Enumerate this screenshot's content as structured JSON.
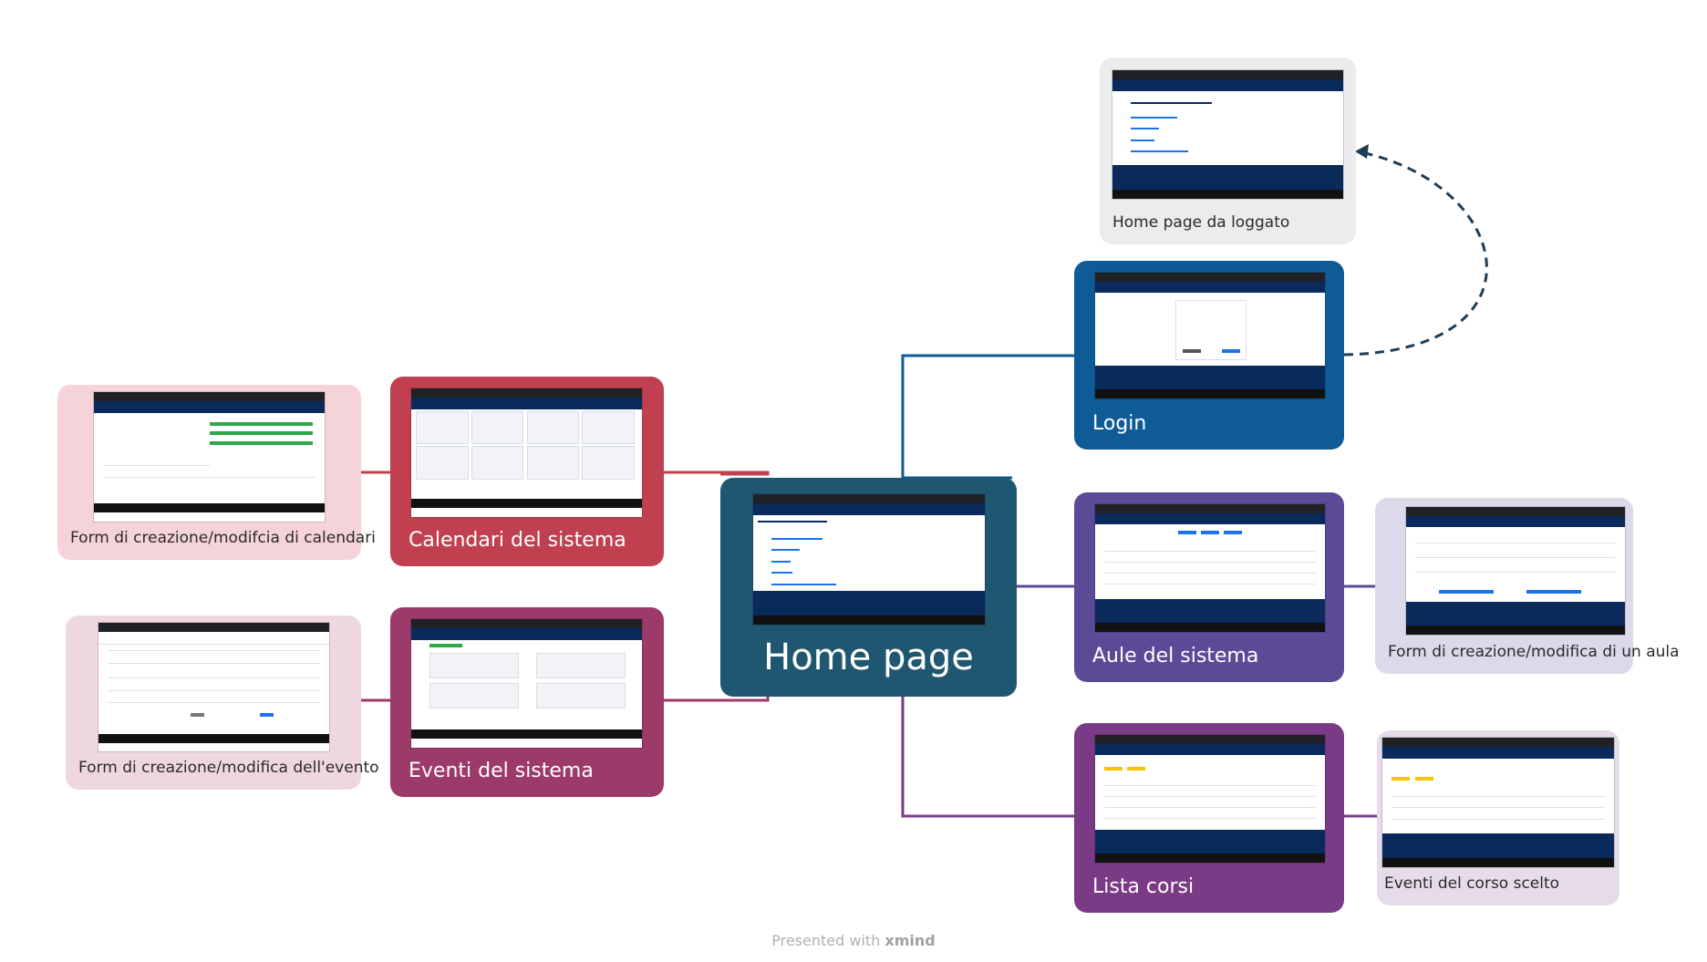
{
  "central": {
    "label": "Home page",
    "color": "#1f5670"
  },
  "nodes": {
    "calendari": {
      "label": "Calendari del sistema",
      "color": "#c0404f"
    },
    "form_calendari": {
      "label": "Form di creazione/modifcia di calendari",
      "color": "#f4d4d8"
    },
    "eventi": {
      "label": "Eventi del sistema",
      "color": "#9c3a6a"
    },
    "form_evento": {
      "label": "Form di creazione/modifica dell'evento",
      "color": "#efd7e2"
    },
    "login": {
      "label": "Login",
      "color": "#0f5b96"
    },
    "home_loggato": {
      "label": "Home page da loggato",
      "color": "#ecebee"
    },
    "aule": {
      "label": "Aule del sistema",
      "color": "#5b4b96"
    },
    "form_aula": {
      "label": "Form di creazione/modifica di un aula",
      "color": "#dcd9ea"
    },
    "corsi": {
      "label": "Lista corsi",
      "color": "#7a3a86"
    },
    "eventi_corso": {
      "label": "Eventi del corso scelto",
      "color": "#e5dbe9"
    }
  },
  "footer": {
    "prefix": "Presented with",
    "brand": "xmind"
  }
}
